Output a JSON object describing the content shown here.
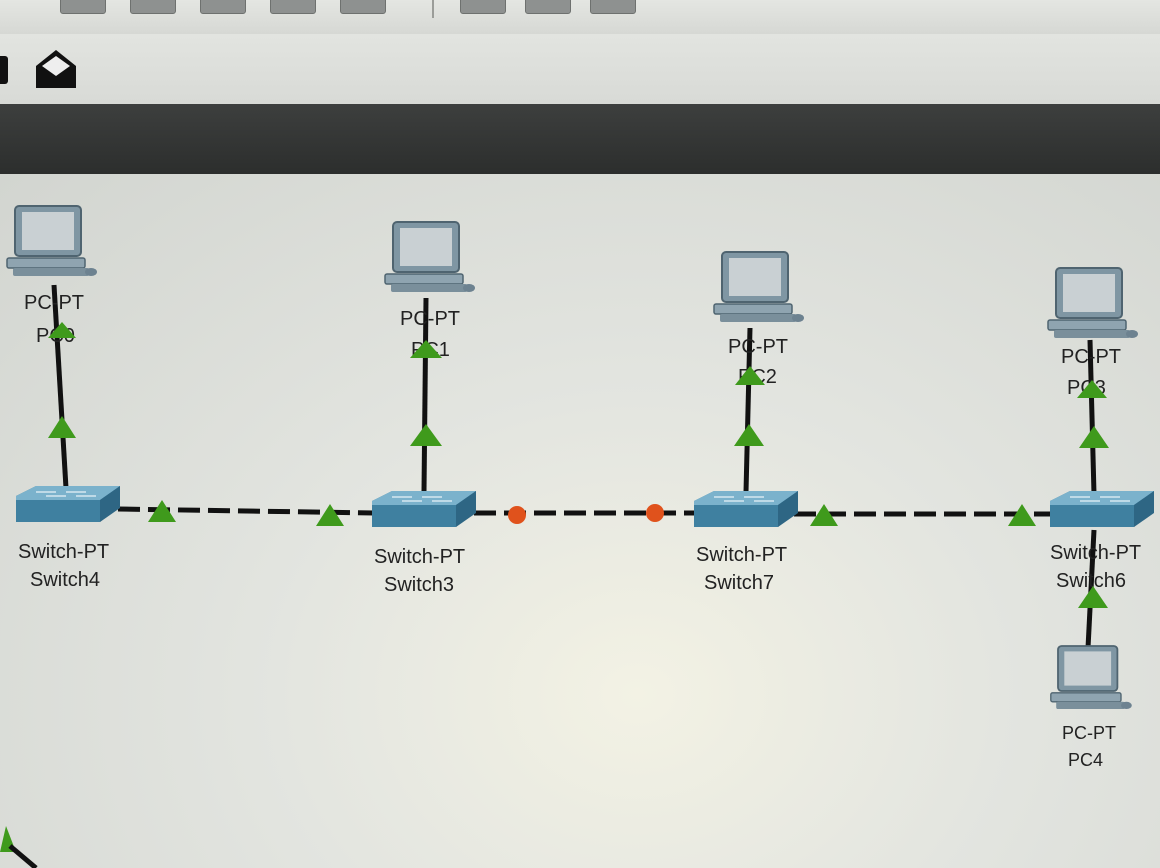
{
  "devices": [
    {
      "id": "pc0",
      "type": "PC-PT",
      "name": "PC0"
    },
    {
      "id": "pc1",
      "type": "PC-PT",
      "name": "PC1"
    },
    {
      "id": "pc2",
      "type": "PC-PT",
      "name": "PC2"
    },
    {
      "id": "pc3",
      "type": "PC-PT",
      "name": "PC3"
    },
    {
      "id": "pc4",
      "type": "PC-PT",
      "name": "PC4"
    },
    {
      "id": "switch4",
      "type": "Switch-PT",
      "name": "Switch4"
    },
    {
      "id": "switch3",
      "type": "Switch-PT",
      "name": "Switch3"
    },
    {
      "id": "switch7",
      "type": "Switch-PT",
      "name": "Switch7"
    },
    {
      "id": "switch6",
      "type": "Switch-PT",
      "name": "Switch6"
    }
  ],
  "links": [
    {
      "from": "PC0",
      "to": "Switch4",
      "cable": "copper-straight-through",
      "status": [
        "up",
        "up"
      ]
    },
    {
      "from": "PC1",
      "to": "Switch3",
      "cable": "copper-straight-through",
      "status": [
        "up",
        "up"
      ]
    },
    {
      "from": "PC2",
      "to": "Switch7",
      "cable": "copper-straight-through",
      "status": [
        "up",
        "up"
      ]
    },
    {
      "from": "PC3",
      "to": "Switch6",
      "cable": "copper-straight-through",
      "status": [
        "up",
        "up"
      ]
    },
    {
      "from": "PC4",
      "to": "Switch6",
      "cable": "copper-straight-through",
      "status": [
        "up",
        "up"
      ]
    },
    {
      "from": "Switch4",
      "to": "Switch3",
      "cable": "copper-cross-over",
      "status": [
        "up",
        "up"
      ]
    },
    {
      "from": "Switch3",
      "to": "Switch7",
      "cable": "copper-cross-over",
      "status": [
        "blocked",
        "blocked"
      ]
    },
    {
      "from": "Switch7",
      "to": "Switch6",
      "cable": "copper-cross-over",
      "status": [
        "up",
        "up"
      ]
    }
  ],
  "colors": {
    "link_up": "#3f9a1c",
    "link_blocked": "#e0521c",
    "cable": "#111111",
    "switch": "#4a90ad",
    "pc_body": "#8fa4b0",
    "logical_bar": "#333534"
  }
}
